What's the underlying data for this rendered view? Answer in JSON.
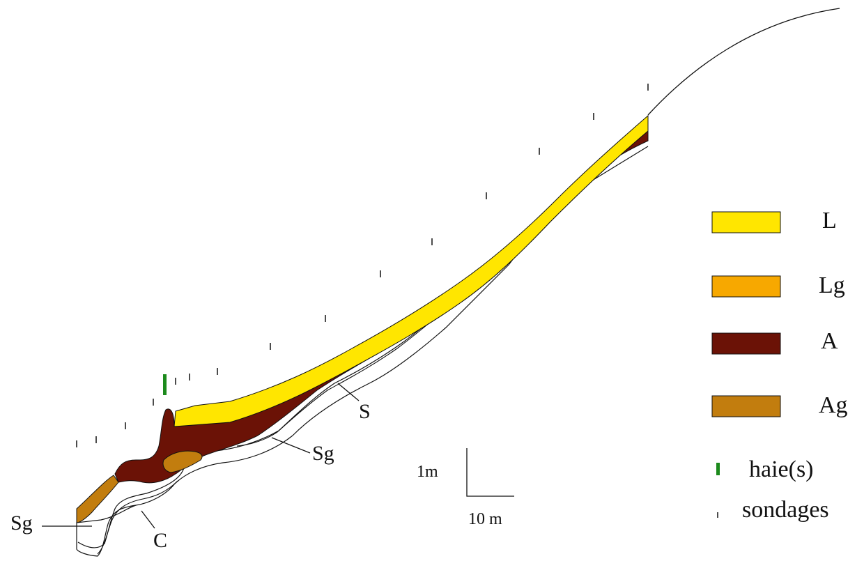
{
  "colors": {
    "L": "#ffe600",
    "Lg": "#f7a800",
    "A": "#6b1206",
    "Ag": "#c27d0e",
    "haie": "#1c8a1c",
    "line": "#111111"
  },
  "legend": [
    {
      "code": "L",
      "label": "L",
      "type": "swatch",
      "color_key": "L"
    },
    {
      "code": "Lg",
      "label": "Lg",
      "type": "swatch",
      "color_key": "Lg"
    },
    {
      "code": "A",
      "label": "A",
      "type": "swatch",
      "color_key": "A"
    },
    {
      "code": "Ag",
      "label": "Ag",
      "type": "swatch",
      "color_key": "Ag"
    },
    {
      "code": "haie",
      "label": "haie(s)",
      "type": "tick",
      "color_key": "haie"
    },
    {
      "code": "sondages",
      "label": "sondages",
      "type": "tick",
      "color_key": "line"
    }
  ],
  "annotations": {
    "S": "S",
    "Sg_mid": "Sg",
    "Sg_left": "Sg",
    "C": "C"
  },
  "scale_bar": {
    "vertical_label": "1m",
    "horizontal_label": "10 m"
  }
}
